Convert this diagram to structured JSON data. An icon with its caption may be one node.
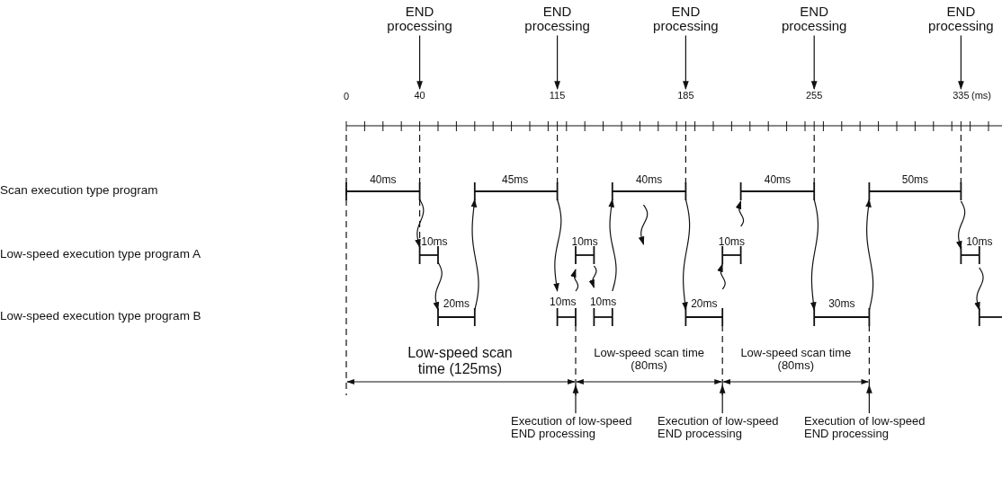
{
  "diagram": {
    "nodes": [
      {
        "text": [
          "END processing"
        ]
      },
      {
        "text": [
          "END processing"
        ]
      },
      {
        "text": [
          "END processing"
        ]
      },
      {
        "text": [
          "END processing"
        ]
      },
      {
        "text": [
          "END processing"
        ]
      },
      {
        "text": [
          "40"
        ]
      },
      {
        "text": [
          "115"
        ]
      },
      {
        "text": [
          "185"
        ]
      },
      {
        "text": [
          "255"
        ]
      },
      {
        "text": [
          "335"
        ]
      },
      {
        "text": [
          "Execution of low-speed END processing"
        ]
      },
      {
        "text": [
          "Execution of low-speed END processing"
        ]
      },
      {
        "text": [
          "Execution of low-speed END processing"
        ]
      }
    ],
    "edges": [
      {
        "from": 0,
        "to": 5,
        "arrow": "to"
      },
      {
        "from": 1,
        "to": 6,
        "arrow": "to"
      },
      {
        "from": 2,
        "to": 7,
        "arrow": "to"
      },
      {
        "from": 3,
        "to": 8,
        "arrow": "to"
      },
      {
        "from": 4,
        "to": 9,
        "arrow": "to"
      },
      {
        "from": 10,
        "to": null,
        "arrow": "to"
      },
      {
        "from": 11,
        "to": null,
        "arrow": "to"
      },
      {
        "from": 12,
        "to": null,
        "arrow": "to"
      }
    ],
    "labels": [
      "0",
      "(ms)",
      "Scan execution type program",
      "40ms",
      "45ms",
      "40ms",
      "40ms",
      "50ms",
      "Low-speed execution type program A",
      "10ms",
      "10ms",
      "10ms",
      "10ms",
      "Low-speed execution type program B",
      "20ms",
      "10ms",
      "10ms",
      "20ms",
      "30ms",
      "Low-speed scan time (125ms)",
      "Low-speed scan time (80ms)",
      "Low-speed scan time (80ms)"
    ]
  }
}
